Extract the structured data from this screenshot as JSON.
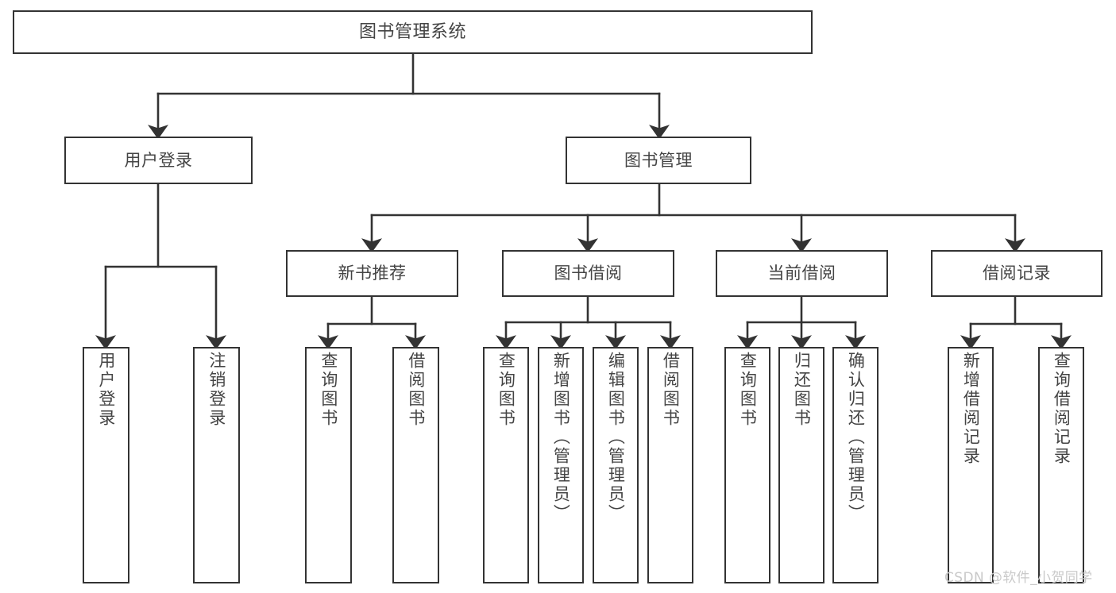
{
  "diagram": {
    "title": "图书管理系统",
    "type": "tree-hierarchy-chart",
    "stroke_color": "#333333",
    "text_color": "#444444",
    "background_color": "#ffffff"
  },
  "nodes": {
    "root": {
      "label": "图书管理系统"
    },
    "level2": [
      {
        "label": "用户登录"
      },
      {
        "label": "图书管理"
      }
    ],
    "level3": [
      {
        "label": "新书推荐"
      },
      {
        "label": "图书借阅"
      },
      {
        "label": "当前借阅"
      },
      {
        "label": "借阅记录"
      }
    ],
    "leaves_user_login": [
      {
        "label": "用户登录"
      },
      {
        "label": "注销登录"
      }
    ],
    "leaves_new_book": [
      {
        "label": "查询图书"
      },
      {
        "label": "借阅图书"
      }
    ],
    "leaves_book_borrow": [
      {
        "label": "查询图书"
      },
      {
        "label": "新增图书（管理员）"
      },
      {
        "label": "编辑图书（管理员）"
      },
      {
        "label": "借阅图书"
      }
    ],
    "leaves_current_borrow": [
      {
        "label": "查询图书"
      },
      {
        "label": "归还图书"
      },
      {
        "label": "确认归还（管理员）"
      }
    ],
    "leaves_borrow_record": [
      {
        "label": "新增借阅记录"
      },
      {
        "label": "查询借阅记录"
      }
    ]
  },
  "watermark": {
    "text": "CSDN @软件_小贺同学"
  }
}
